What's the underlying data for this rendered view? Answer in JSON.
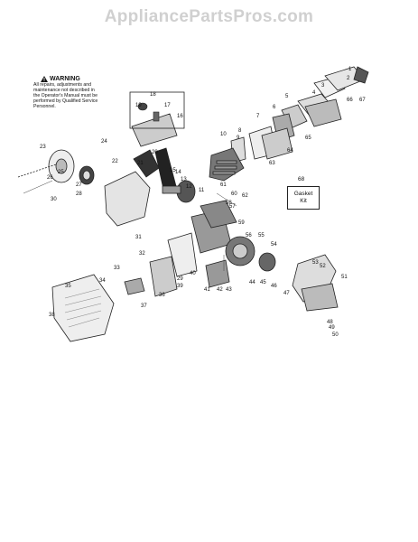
{
  "watermark": "AppliancePartsPros.com",
  "warning": {
    "title": "WARNING",
    "lines": [
      "All repairs, adjustments and",
      "maintenance not described in",
      "the Operator's Manual must be",
      "performed by Qualified Service",
      "Personnel."
    ]
  },
  "gasket_kit": {
    "number": "68",
    "line1": "Gasket",
    "line2": "Kit"
  },
  "part_labels": [
    "1",
    "2",
    "3",
    "4",
    "5",
    "6",
    "7",
    "8",
    "9",
    "10",
    "11",
    "12",
    "13",
    "14",
    "15",
    "16",
    "17",
    "18",
    "19",
    "20",
    "21",
    "22",
    "23",
    "24",
    "25",
    "26",
    "27",
    "28",
    "29",
    "30",
    "31",
    "32",
    "33",
    "34",
    "35",
    "36",
    "37",
    "38",
    "39",
    "40",
    "41",
    "42",
    "43",
    "44",
    "45",
    "46",
    "47",
    "48",
    "49",
    "50",
    "51",
    "52",
    "53",
    "54",
    "55",
    "56",
    "57",
    "58",
    "59",
    "60",
    "61",
    "62",
    "63",
    "64",
    "65",
    "66",
    "67"
  ]
}
